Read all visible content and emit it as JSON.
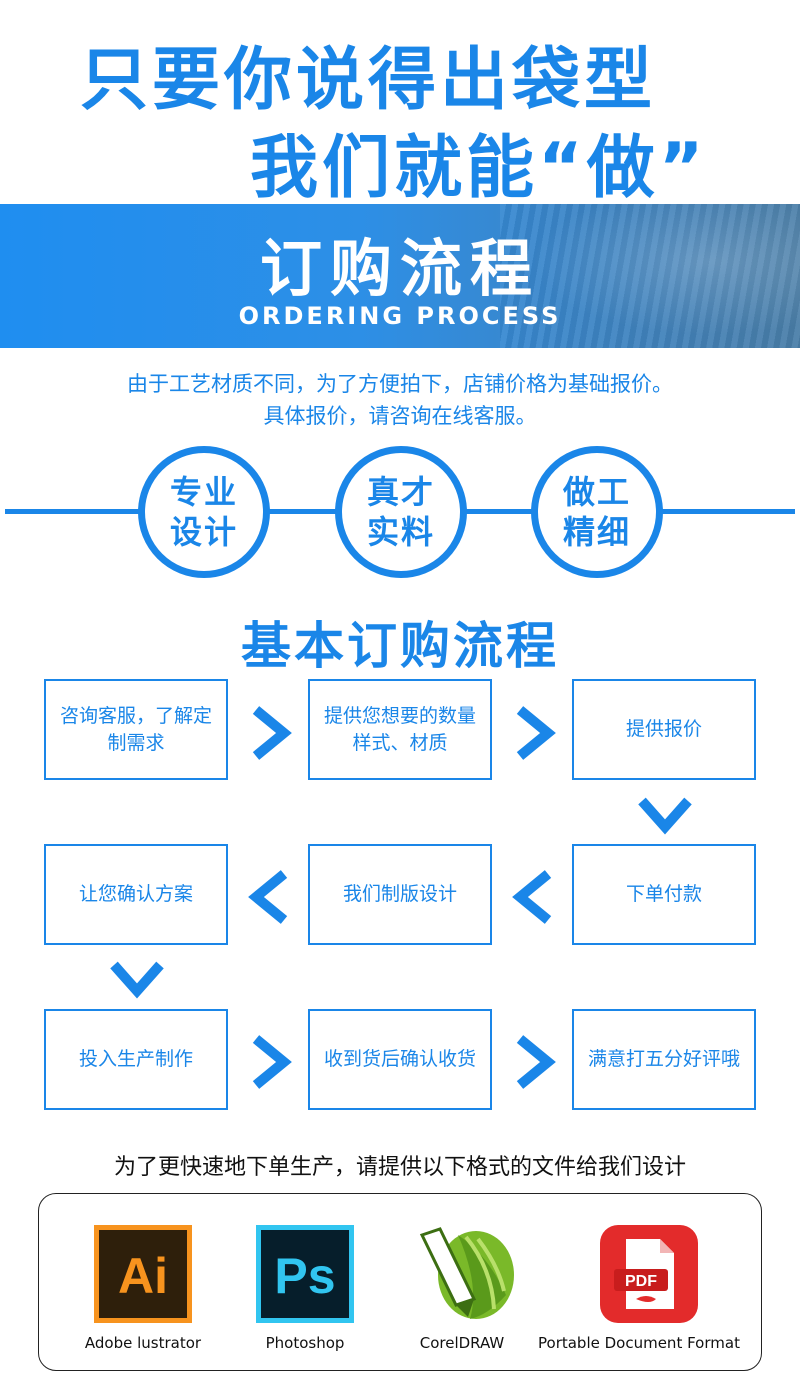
{
  "hero": {
    "line1": "只要你说得出袋型",
    "line2": "我们就能“做”"
  },
  "banner": {
    "title": "订购流程",
    "subtitle": "ORDERING PROCESS"
  },
  "notes": {
    "line1": "由于工艺材质不同，为了方便拍下，店铺价格为基础报价。",
    "line2": "具体报价，请咨询在线客服。"
  },
  "features": [
    {
      "line1": "专业",
      "line2": "设计"
    },
    {
      "line1": "真才",
      "line2": "实料"
    },
    {
      "line1": "做工",
      "line2": "精细"
    }
  ],
  "steps_title": "基本订购流程",
  "steps": [
    "咨询客服，了解定制需求",
    "提供您想要的数量样式、材质",
    "提供报价",
    "下单付款",
    "我们制版设计",
    "让您确认方案",
    "投入生产制作",
    "收到货后确认收货",
    "满意打五分好评哦"
  ],
  "formats_title": "为了更快速地下单生产，请提供以下格式的文件给我们设计",
  "formats": [
    {
      "label": "Adobe lustrator",
      "icon": "illustrator-icon",
      "icon_text": "Ai"
    },
    {
      "label": "Photoshop",
      "icon": "photoshop-icon",
      "icon_text": "Ps"
    },
    {
      "label": "CorelDRAW",
      "icon": "coreldraw-icon"
    },
    {
      "label": "Portable Document Format",
      "icon": "pdf-icon",
      "icon_text": "PDF"
    }
  ],
  "colors": {
    "accent": "#1a86e8",
    "ai_bg": "#2e1f0b",
    "ai_fg": "#f7931e",
    "ps_bg": "#061e2b",
    "ps_fg": "#31c5f0",
    "pdf_bg": "#e32b2b"
  }
}
